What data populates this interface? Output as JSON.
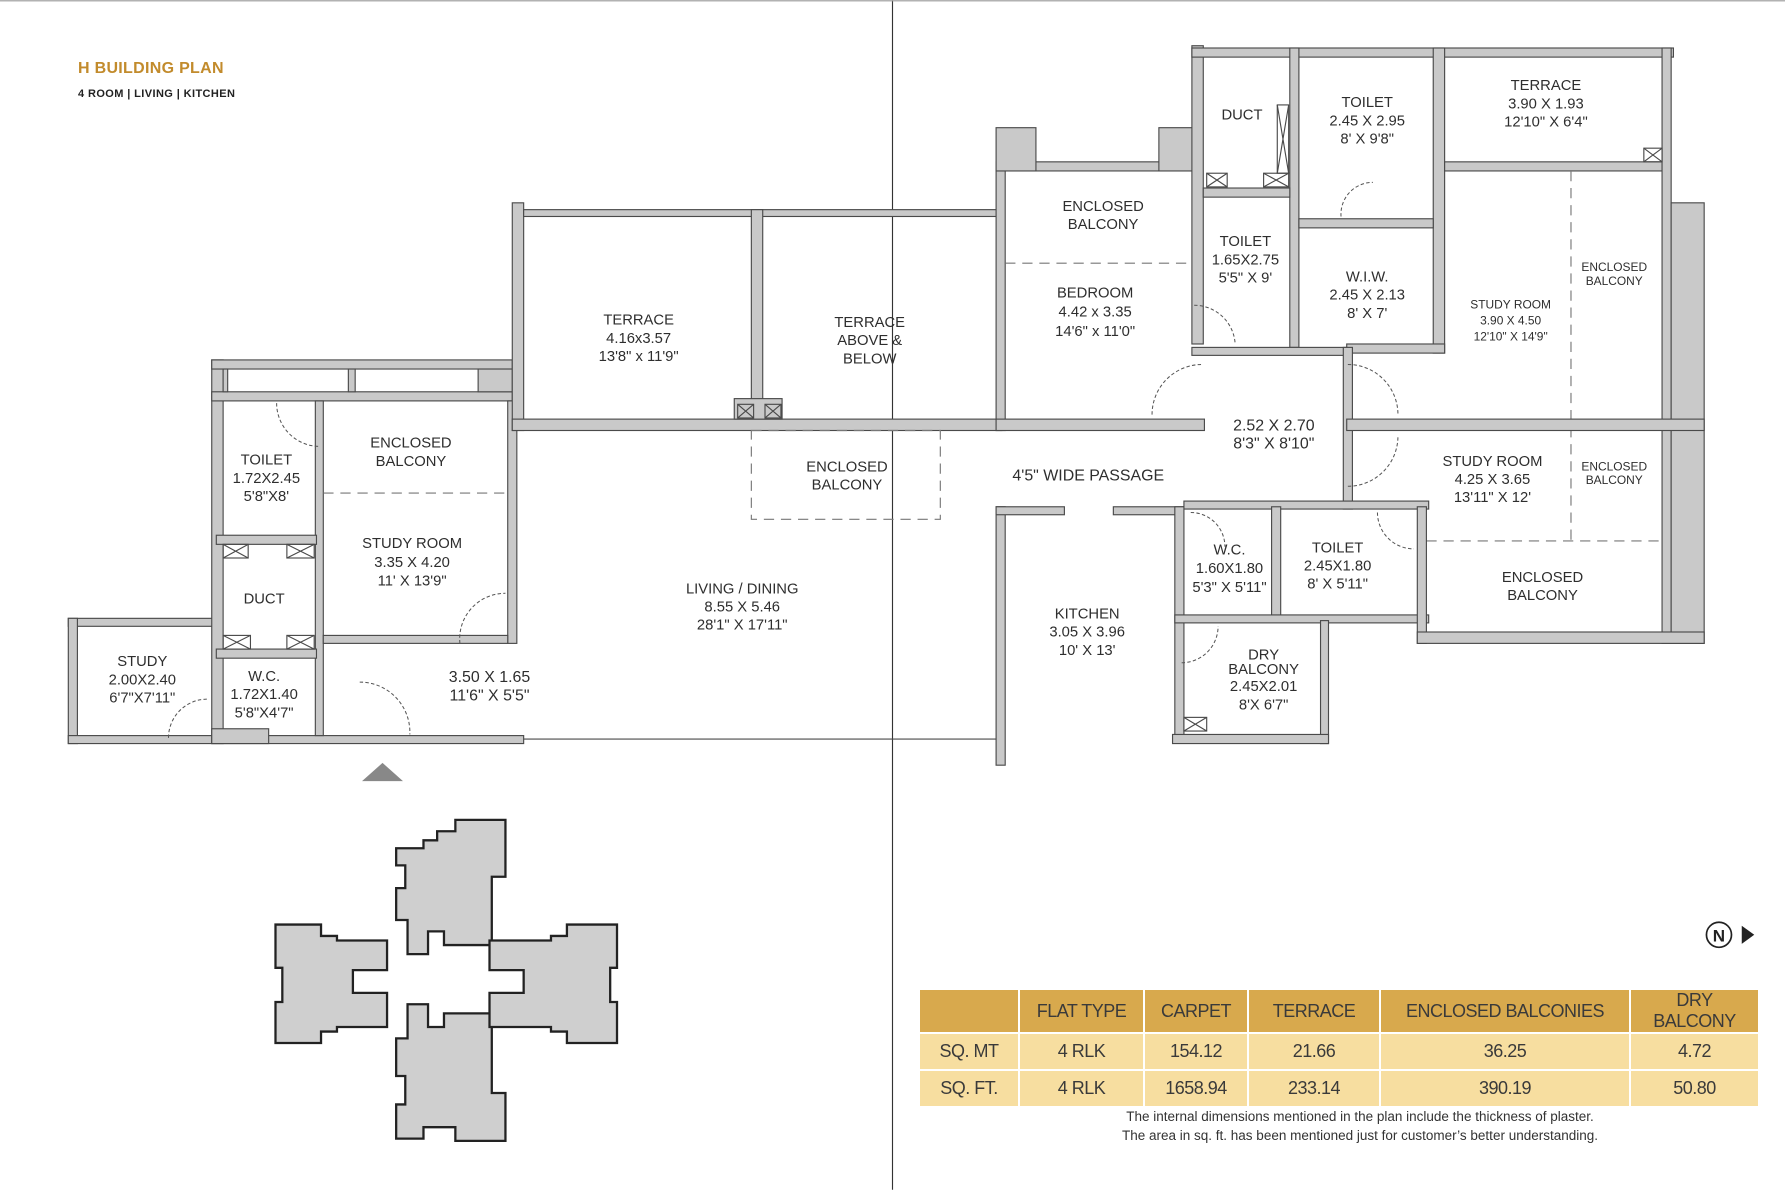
{
  "header": {
    "title": "H BUILDING PLAN",
    "subtitle": "4 ROOM |  LIVING | KITCHEN"
  },
  "rooms": [
    {
      "lines": [
        "TERRACE",
        "4.16x3.57",
        "13'8\" x 11'9\""
      ]
    },
    {
      "lines": [
        "TERRACE",
        "ABOVE &",
        "BELOW"
      ]
    },
    {
      "lines": [
        "ENCLOSED",
        "BALCONY"
      ]
    },
    {
      "lines": [
        "BEDROOM",
        "4.42 x 3.35",
        "14'6\" x 11'0\""
      ]
    },
    {
      "lines": [
        "DUCT"
      ]
    },
    {
      "lines": [
        "TOILET",
        "2.45 X 2.95",
        "8' X 9'8\""
      ]
    },
    {
      "lines": [
        "TERRACE",
        "3.90 X 1.93",
        "12'10\" X 6'4\""
      ]
    },
    {
      "lines": [
        "TOILET",
        "1.65X2.75",
        "5'5\" X 9'"
      ]
    },
    {
      "lines": [
        "W.I.W.",
        "2.45 X 2.13",
        "8' X 7'"
      ]
    },
    {
      "lines": [
        "STUDY ROOM",
        "3.90 X 4.50",
        "12'10\" X 14'9\""
      ]
    },
    {
      "lines": [
        "ENCLOSED",
        "BALCONY"
      ]
    },
    {
      "lines": [
        "2.52 X 2.70",
        "8'3\" X 8'10\""
      ]
    },
    {
      "lines": [
        "4'5\" WIDE PASSAGE"
      ]
    },
    {
      "lines": [
        "STUDY ROOM",
        "4.25 X 3.65",
        "13'11\" X 12'"
      ]
    },
    {
      "lines": [
        "ENCLOSED",
        "BALCONY"
      ]
    },
    {
      "lines": [
        "ENCLOSED",
        "BALCONY"
      ]
    },
    {
      "lines": [
        "ENCLOSED",
        "BALCONY"
      ]
    },
    {
      "lines": [
        "TOILET",
        "1.72X2.45",
        "5'8\"X8'"
      ]
    },
    {
      "lines": [
        "STUDY ROOM",
        "3.35 X 4.20",
        "11' X 13'9\""
      ]
    },
    {
      "lines": [
        "DUCT"
      ]
    },
    {
      "lines": [
        "LIVING / DINING",
        "8.55 X 5.46",
        "28'1\" X 17'11\""
      ]
    },
    {
      "lines": [
        "W.C.",
        "1.60X1.80",
        "5'3\" X 5'11\""
      ]
    },
    {
      "lines": [
        "TOILET",
        "2.45X1.80",
        "8' X 5'11\""
      ]
    },
    {
      "lines": [
        "ENCLOSED",
        "BALCONY"
      ]
    },
    {
      "lines": [
        "KITCHEN",
        "3.05 X 3.96",
        "10' X 13'"
      ]
    },
    {
      "lines": [
        "DRY",
        "BALCONY",
        "2.45X2.01",
        "8'X 6'7\""
      ]
    },
    {
      "lines": [
        "STUDY",
        "2.00X2.40",
        "6'7\"X7'11\""
      ]
    },
    {
      "lines": [
        "W.C.",
        "1.72X1.40",
        "5'8\"X4'7\""
      ]
    },
    {
      "lines": [
        "3.50 X 1.65",
        "11'6\" X 5'5\""
      ]
    }
  ],
  "compass": {
    "label": "N"
  },
  "area_table": {
    "headers": [
      "",
      "FLAT TYPE",
      "CARPET",
      "TERRACE",
      "ENCLOSED BALCONIES",
      "DRY BALCONY"
    ],
    "rows": [
      [
        "SQ. MT",
        "4 RLK",
        "154.12",
        "21.66",
        "36.25",
        "4.72"
      ],
      [
        "SQ. FT.",
        "4 RLK",
        "1658.94",
        "233.14",
        "390.19",
        "50.80"
      ]
    ]
  },
  "notes": [
    "The internal dimensions mentioned in the plan include the thickness of plaster.",
    "The area in sq. ft. has been mentioned just for customer’s better understanding."
  ],
  "colors": {
    "accent": "#c28b2c",
    "table_header": "#d8a94d",
    "table_row": "#f7dea0",
    "wall": "#c9c9c9"
  }
}
